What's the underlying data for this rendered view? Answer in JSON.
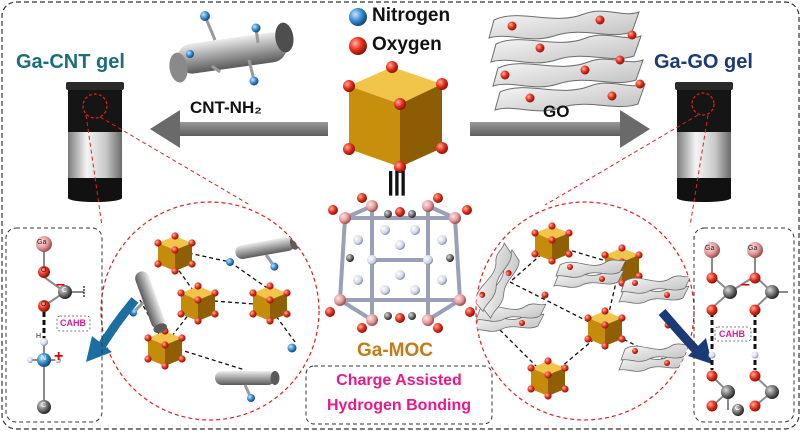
{
  "legend": {
    "nitrogen": "Nitrogen",
    "oxygen": "Oxygen"
  },
  "left_gel": {
    "title": "Ga-CNT gel",
    "arrow_label": "CNT-NH₂",
    "color": "#1a6f7a"
  },
  "right_gel": {
    "title": "Ga-GO gel",
    "arrow_label": "GO",
    "color": "#1b3a78"
  },
  "center": {
    "moc_label": "Ga-MOC",
    "equivalence_symbol": "|||"
  },
  "caption_box": {
    "line1": "Charge Assisted",
    "line2": "Hydrogen Bonding",
    "color": "#e8198b"
  },
  "left_scheme": {
    "cahb": "CAHB",
    "atoms": {
      "ga": "Ga",
      "o1": "O",
      "c1": "C",
      "o2": "O",
      "h": "H",
      "n": "N",
      "c2": "C"
    },
    "charges": {
      "minus": "–",
      "plus": "+"
    }
  },
  "right_scheme": {
    "cahb": "CAHB",
    "atoms": {
      "ga1": "Ga",
      "ga2": "Ga",
      "c": "C"
    },
    "charges": {
      "minus": "–"
    }
  },
  "colors": {
    "gold_cube": "#c8900a",
    "oxygen_red": "#e8311d",
    "nitrogen_blue": "#3a8fd4",
    "dashed_red": "#e02020",
    "arrow_gray": "#7a7a7a"
  }
}
